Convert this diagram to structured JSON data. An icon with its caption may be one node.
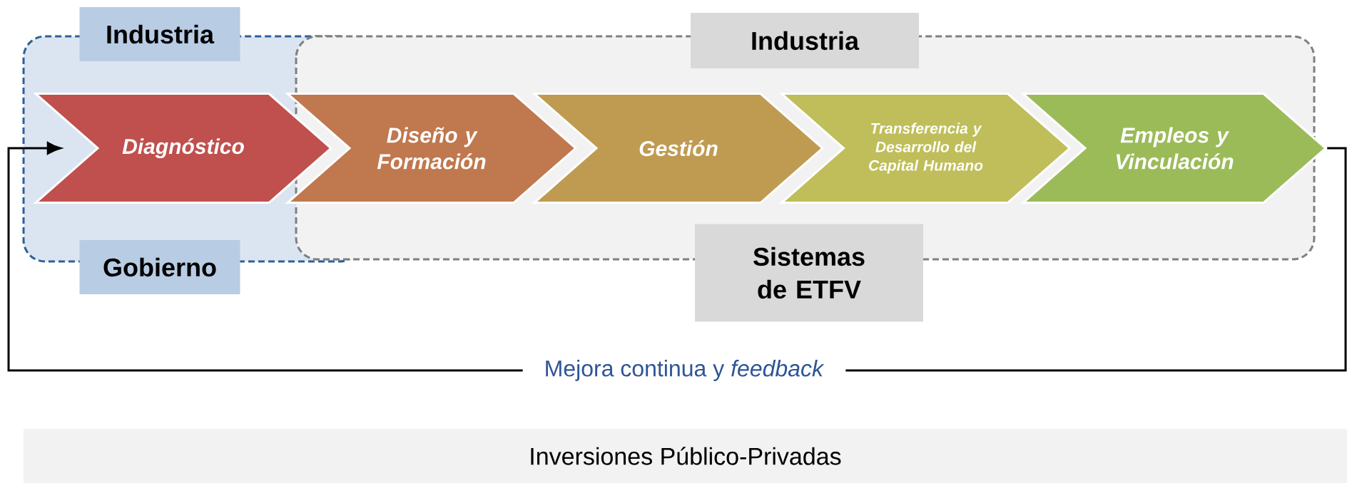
{
  "diagram": {
    "nodes": [
      {
        "text": [
          "Industria",
          "Gobierno"
        ]
      },
      {
        "text": [
          "Industria",
          "Sistemas de ETFV"
        ]
      },
      {
        "text": [
          "Diagnóstico"
        ],
        "in": 0
      },
      {
        "text": [
          "Diseño y Formación"
        ],
        "in": 1
      },
      {
        "text": [
          "Gestión"
        ],
        "in": 1
      },
      {
        "text": [
          "Transferencia y Desarrollo del Capital Humano"
        ],
        "in": 1
      },
      {
        "text": [
          "Empleos y Vinculación"
        ],
        "in": 1
      },
      {
        "text": [
          "Inversiones Público-Privadas"
        ]
      }
    ],
    "edges": [
      {
        "from": 6,
        "to": 2,
        "arrow": "to",
        "label": "Mejora continua y *feedback*"
      }
    ]
  }
}
